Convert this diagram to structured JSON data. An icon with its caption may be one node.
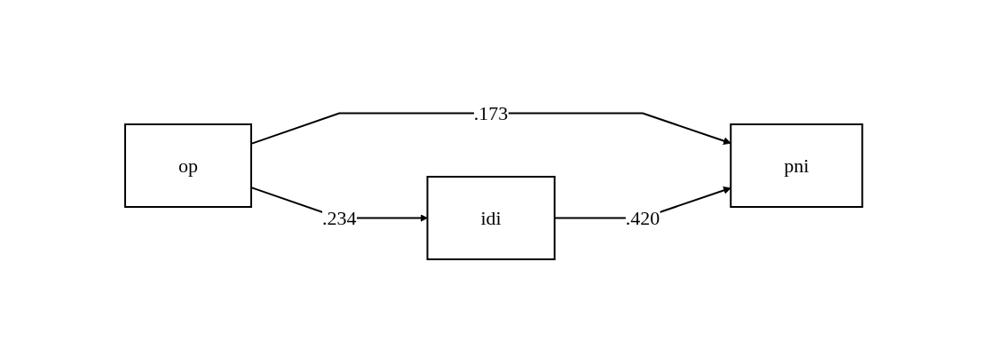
{
  "diagram": {
    "nodes": [
      {
        "text": [
          "op"
        ]
      },
      {
        "text": [
          "pni"
        ]
      },
      {
        "text": [
          "idi"
        ]
      }
    ],
    "edges": [
      {
        "from": 0,
        "to": 1,
        "arrow": "to",
        "label": ".173"
      },
      {
        "from": 0,
        "to": 2,
        "arrow": "to",
        "label": ".234"
      },
      {
        "from": 2,
        "to": 1,
        "arrow": "to",
        "label": ".420"
      }
    ]
  }
}
